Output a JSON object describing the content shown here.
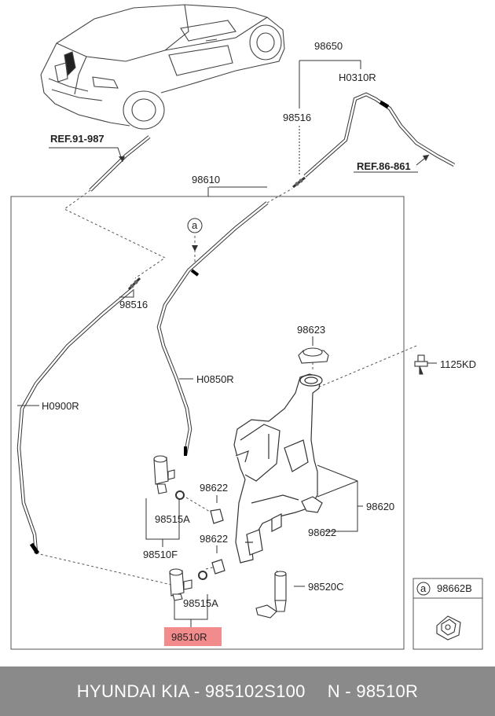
{
  "labels": {
    "assy": "98650",
    "hose_top": "H0310R",
    "valve_upper": "98516",
    "ref_left": "REF.91-987",
    "ref_right": "REF.86-861",
    "hose_main": "98610",
    "marker_a": "a",
    "valve_lower": "98516",
    "cap": "98623",
    "bolt": "1125KD",
    "hose_mid": "H0850R",
    "hose_left": "H0900R",
    "grommet_upper": "98622",
    "reservoir": "98620",
    "seal_upper": "98515A",
    "grommet_right": "98622",
    "grommet_lower": "98622",
    "pump_front": "98510F",
    "sensor": "98520C",
    "seal_lower": "98515A",
    "pump_rear": "98510R",
    "inset_marker": "a",
    "inset_part": "98662B"
  },
  "highlight_color": "#f28b8b",
  "footer": {
    "brand": "HYUNDAI  KIA - 985102S100",
    "part": "N - 98510R"
  }
}
